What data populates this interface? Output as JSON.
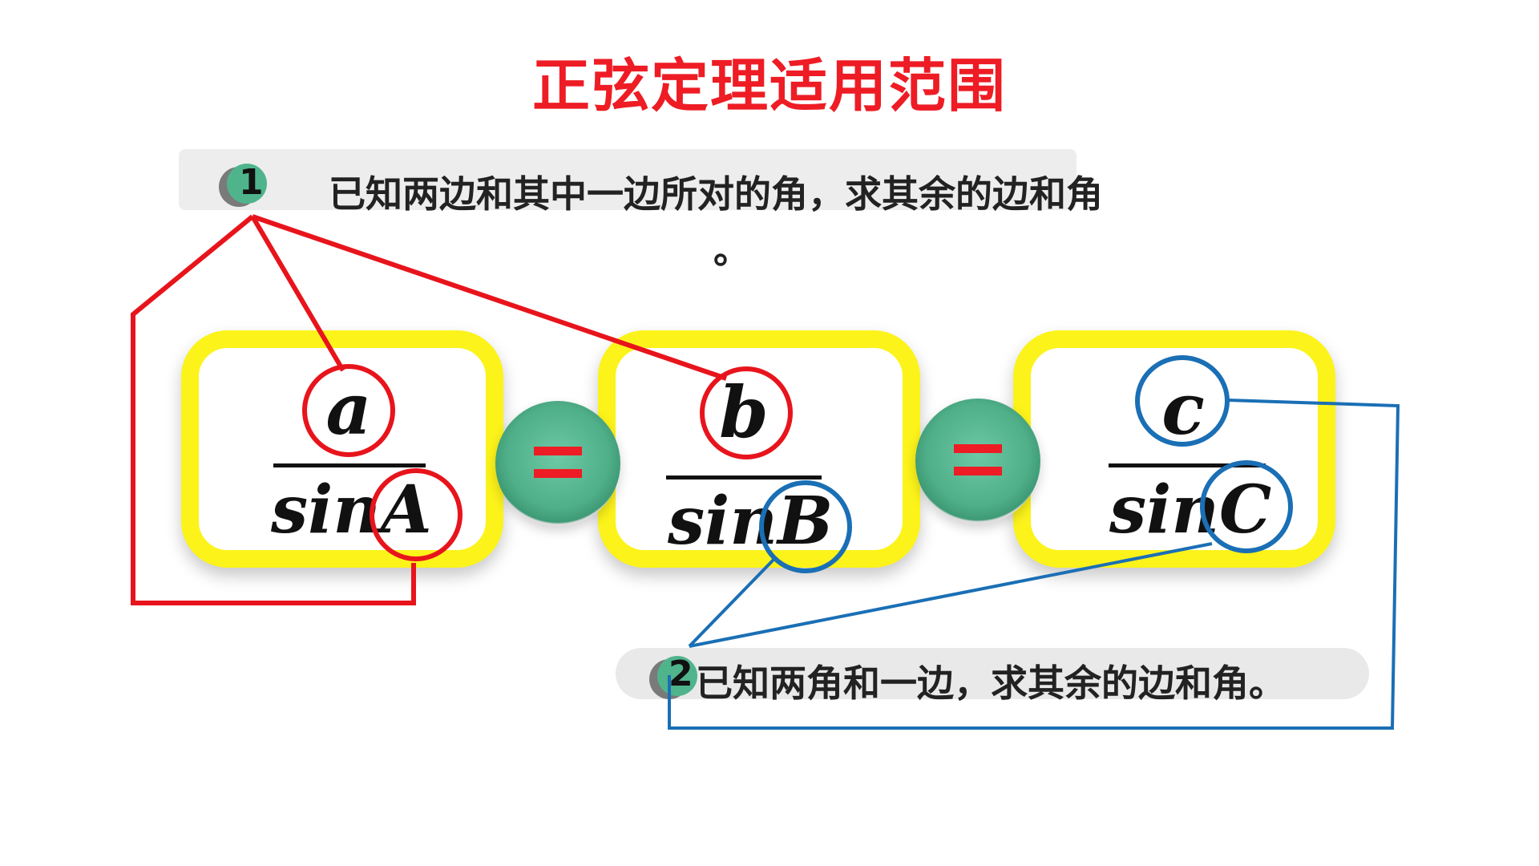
{
  "title": "正弦定理适用范围",
  "item1": {
    "number": "1",
    "text": "已知两边和其中一边所对的角，求其余的边和角",
    "tail": "。"
  },
  "item2": {
    "number": "2",
    "text": "已知两角和一边，求其余的边和角。"
  },
  "fractions": [
    {
      "numerator": "a",
      "func": "sin",
      "angle": "A"
    },
    {
      "numerator": "b",
      "func": "sin",
      "angle": "B"
    },
    {
      "numerator": "c",
      "func": "sin",
      "angle": "C"
    }
  ],
  "colors": {
    "title": "#ee1c24",
    "box_border": "#fcf31b",
    "bullet": "#4fb48c",
    "red_link": "#e8141c",
    "blue_link": "#1a6fb5",
    "equals": "#ee1c24"
  }
}
